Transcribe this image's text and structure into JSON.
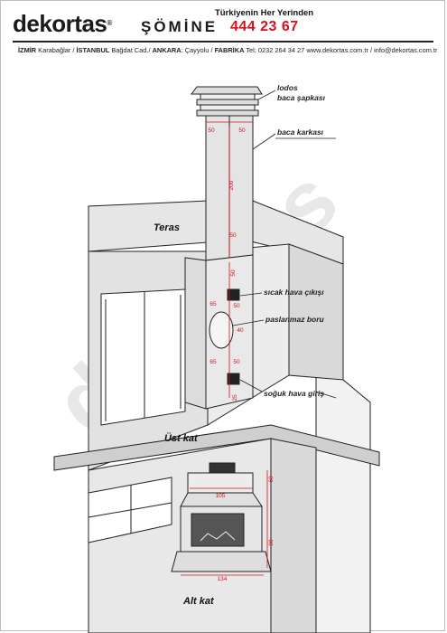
{
  "header": {
    "brand": "dekortas",
    "brand_mark": "®",
    "brand_sub": "ŞÖMİNE",
    "hotline_label": "Türkiyenin Her Yerinden",
    "hotline_number": "444 23 67",
    "address": {
      "city1": "İZMİR",
      "city1_detail": " Karabağlar / ",
      "city2": "İSTANBUL",
      "city2_detail": " Bağdat Cad./ ",
      "city3": "ANKARA",
      "city3_detail": ": Çayyolu / ",
      "city4": "FABRİKA",
      "city4_detail": " Tel: 0232 264 34 27 www.dekortas.com.tr / info@dekortas.com.tr"
    },
    "accent_color": "#d8101b"
  },
  "labels": {
    "lodos": "lodos",
    "baca_sapkasi": "baca şapkası",
    "baca_karkasi": "baca karkası",
    "sicak_hava": "sıcak hava çıkışı",
    "paslanmaz_boru": "paslanmaz boru",
    "soguk_hava": "soğuk hava giriş"
  },
  "floors": {
    "teras": "Teras",
    "ust_kat": "Üst kat",
    "alt_kat": "Alt kat"
  },
  "dimensions": {
    "chimney_left": "50",
    "chimney_right": "50",
    "chimney_height": "200",
    "chimney_base": "50",
    "upper_50": "50",
    "side_65": "65",
    "side_50": "50",
    "pipe_40": "40",
    "lower_65": "65",
    "lower_50": "50",
    "vent_25": "25",
    "hood_width": "105",
    "hearth_width": "134",
    "side_60": "60",
    "side_80": "80"
  },
  "watermark": "dekortas"
}
